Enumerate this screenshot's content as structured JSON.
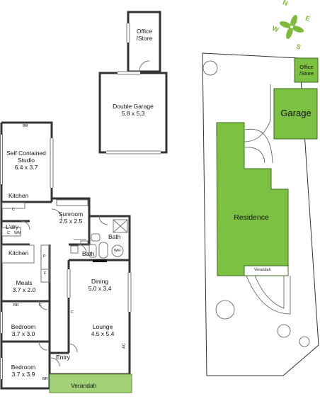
{
  "compass": {
    "n": "N",
    "s": "S",
    "e": "E",
    "w": "W",
    "colors": {
      "petals": "#7dbb3a",
      "letters": "#7dbb3a"
    }
  },
  "colors": {
    "site_fill": "#7dc142",
    "site_stroke": "#3b6a1f",
    "verandah": "#a3d177",
    "walls": "#333333"
  },
  "outbuilding": {
    "office": {
      "line1": "Office",
      "line2": "/Store"
    },
    "garage": {
      "line1": "Double Garage",
      "line2": "5.8 x 5.3"
    }
  },
  "rooms": {
    "studio": {
      "name1": "Self Contained",
      "name2": "Studio",
      "dims": "6.4 x 3.7"
    },
    "kitchen_studio": {
      "name": "Kitchen"
    },
    "sunroom": {
      "name": "Sunroom",
      "dims": "2.5 x 2.5"
    },
    "laundry": {
      "name": "L'dry"
    },
    "bath_upper": {
      "name": "Bath"
    },
    "bath_lower": {
      "name": "Bath"
    },
    "kitchen": {
      "name": "Kitchen"
    },
    "meals": {
      "name": "Meals",
      "dims": "3.7 x 2.0"
    },
    "dining": {
      "name": "Dining",
      "dims": "5.0 x 3.4"
    },
    "lounge": {
      "name": "Lounge",
      "dims": "4.5 x 5.4"
    },
    "bedroom1": {
      "name": "Bedroom",
      "dims": "3.7 x 3.0"
    },
    "bedroom2": {
      "name": "Bedroom",
      "dims": "3.7 x 3.9"
    },
    "entry": {
      "name": "Entry"
    },
    "verandah": {
      "name": "Verandah"
    }
  },
  "fixtures": {
    "br1": "BR",
    "br2": "BR",
    "br3": "BR",
    "c1": "C",
    "c2": "C",
    "c3": "C",
    "c4": "C",
    "wm": "WM",
    "p": "P",
    "f": "F",
    "wh": "WH",
    "ac": "AC"
  },
  "site": {
    "office": {
      "line1": "Office",
      "line2": "/Store"
    },
    "garage": "Garage",
    "residence": "Residence",
    "verandah": "Verandah"
  }
}
